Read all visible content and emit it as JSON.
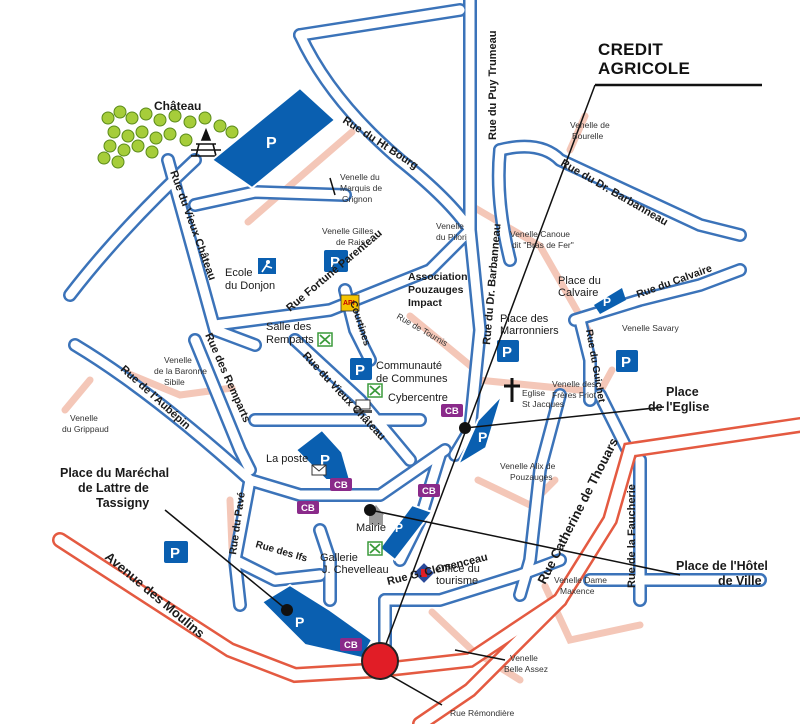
{
  "colors": {
    "road_blue": "#3b73b9",
    "parking_blue": "#0a5fb0",
    "cb_purple": "#8a2a8a",
    "pedestrian_pink": "#f4c7b8",
    "main_road_red": "#e45a41",
    "target_red": "#e11d26",
    "tree_green": "#a6cd3a"
  },
  "callouts": {
    "credit_agricole_line1": "CREDIT",
    "credit_agricole_line2": "AGRICOLE",
    "place_eglise_line1": "Place",
    "place_eglise_line2": "de l'Eglise",
    "place_marechal_line1": "Place du Maréchal",
    "place_marechal_line2": "de Lattre de",
    "place_marechal_line3": "Tassigny",
    "place_hotel_line1": "Place de l'Hôtel",
    "place_hotel_line2": "de Ville"
  },
  "streets": {
    "ht_bourg": "Rue du Ht Bourg",
    "puy_trumeau": "Rue du Puy Trumeau",
    "vieux_chateau_west": "Rue du Vieux Château",
    "fortune_parenteau": "Rue Fortuné Parenteau",
    "dr_barbanneau_north": "Rue du Dr. Barbanneau",
    "dr_barbanneau_east": "Rue du Dr. Barbanneau",
    "calvaire": "Rue du Calvaire",
    "guichet": "Rue du Guichet",
    "remparts": "Rue des Remparts",
    "courtines": "Courtines",
    "vieux_chateau_center": "Rue du Vieux Château",
    "aubepin": "Rue de l'Aubépin",
    "pave": "Rue du Pavé",
    "ifs": "Rue des Ifs",
    "moulins": "Avenue des Moulins",
    "catherine_thouars": "Rue Catherine de Thouars",
    "faucherie": "Rue de la Faucherie",
    "clemenceau": "Rue G. Clemenceau",
    "remondiere": "Rue Rémondière",
    "tournis": "Rue de Tournis"
  },
  "places": {
    "chateau": "Château",
    "marquis_grignon": [
      "Venelle du",
      "Marquis de",
      "Grignon"
    ],
    "gilles_rais": [
      "Venelle Gilles",
      "de Rais"
    ],
    "ecole_donjon": [
      "Ecole",
      "du Donjon"
    ],
    "association": [
      "Association",
      "Pouzauges",
      "Impact"
    ],
    "api_label": "API",
    "salle_remparts": [
      "Salle des",
      "Remparts"
    ],
    "communaute": [
      "Communauté",
      "de Communes"
    ],
    "cybercentre": "Cybercentre",
    "la_poste": "La poste",
    "mairie": "Mairie",
    "galerie": [
      "Gallerie",
      "J. Chevelleau"
    ],
    "office_tourisme": [
      "Office du",
      "tourisme"
    ],
    "venelle_pilori": [
      "Venelle",
      "du Pilori"
    ],
    "venelle_bourelle": [
      "Venelle de",
      "Bourelle"
    ],
    "venelle_canoue": [
      "Venelle Canoue",
      "dit \"Bras de Fer\""
    ],
    "place_calvaire": [
      "Place du",
      "Calvaire"
    ],
    "place_marronniers": [
      "Place des",
      "Marronniers"
    ],
    "venelle_savary": "Venelle Savary",
    "eglise": [
      "Eglise",
      "St Jacques"
    ],
    "venelle_freres_friot": [
      "Venelle des",
      "Frères Friot"
    ],
    "venelle_baronne": [
      "Venelle",
      "de la Baronne",
      "Sibile"
    ],
    "venelle_grippaud": [
      "Venelle",
      "du Grippaud"
    ],
    "venelle_alix": [
      "Venelle Alix de",
      "Pouzauges"
    ],
    "venelle_dame": [
      "Venelle Dame",
      "Maxence"
    ],
    "venelle_belle_assez": [
      "Venelle",
      "Belle Assez"
    ]
  },
  "symbols": {
    "parking": "P",
    "cash": "CB"
  }
}
